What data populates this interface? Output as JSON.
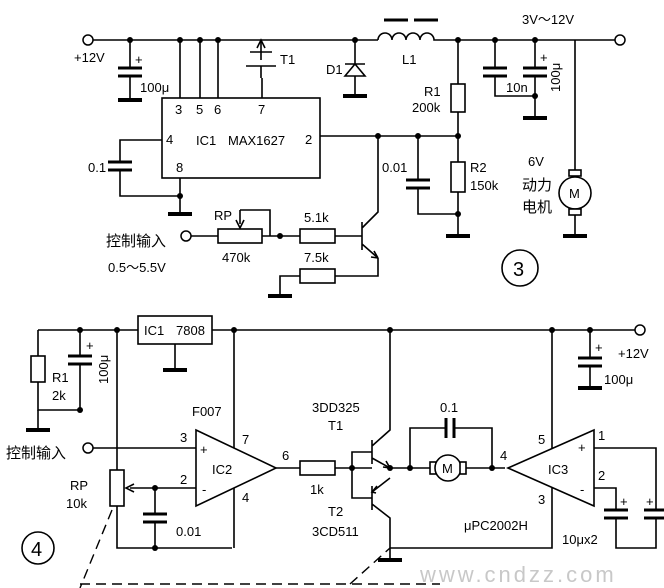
{
  "circuit3": {
    "input_label": "+12V",
    "output_label": "3V～12V",
    "c_in": "100μ",
    "ic_pins": [
      "3",
      "5",
      "6",
      "7",
      "4",
      "8",
      "2"
    ],
    "ic_name": "IC1",
    "ic_part": "MAX1627",
    "t1": "T1",
    "d1": "D1",
    "l1": "L1",
    "r1": "R1",
    "r1_val": "200k",
    "r2": "R2",
    "r2_val": "150k",
    "c_out1": "10n",
    "c_out2": "100μ",
    "c_left": "0.1",
    "c_fb": "0.01",
    "rp": "RP",
    "rp_val": "470k",
    "r_base": "5.1k",
    "r_emit": "7.5k",
    "ctrl_label": "控制输入",
    "ctrl_range": "0.5～5.5V",
    "motor_v": "6V",
    "motor_l1": "动力",
    "motor_l2": "电机",
    "motor_m": "M",
    "number": "3"
  },
  "circuit4": {
    "reg_name": "IC1",
    "reg_part": "7808",
    "r1": "R1",
    "r1_val": "2k",
    "c_left": "100μ",
    "op_name": "F007",
    "pin3": "3",
    "pin2": "2",
    "pin7": "7",
    "pin4": "4",
    "pin6": "6",
    "ic2": "IC2",
    "plus": "+",
    "minus": "-",
    "ctrl_label": "控制输入",
    "rp": "RP",
    "rp_val": "10k",
    "c_rp": "0.01",
    "r_base": "1k",
    "t1_part": "3DD325",
    "t1": "T1",
    "t2": "T2",
    "t2_part": "3CD511",
    "c_motor": "0.1",
    "motor_m": "M",
    "ic3": "IC3",
    "ic3_part": "μPC2002H",
    "pin5": "5",
    "pin1": "1",
    "ic3_pin2": "2",
    "ic3_pin3": "3",
    "ic3_pin4": "4",
    "plus12": "+12V",
    "c_right": "100μ",
    "c_pair": "10μx2",
    "number": "4"
  },
  "watermark": "www.cndzz.com"
}
